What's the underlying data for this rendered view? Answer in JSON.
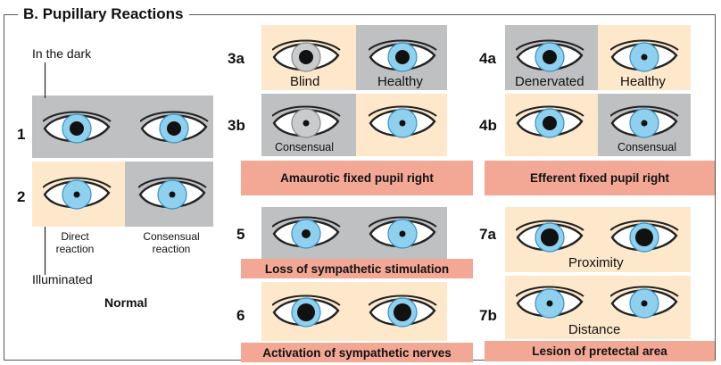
{
  "title": "B.  Pupillary Reactions",
  "labels": {
    "in_the_dark": "In the dark",
    "illuminated": "Illuminated",
    "normal": "Normal",
    "direct_reaction": "Direct reaction",
    "consensual_reaction": "Consensual reaction",
    "blind": "Blind",
    "healthy_3a": "Healthy",
    "consensual_3b": "Consensual",
    "denervated": "Denervated",
    "healthy_4a": "Healthy",
    "consensual_4b": "Consensual",
    "proximity": "Proximity",
    "distance": "Distance"
  },
  "numbers": {
    "n1": "1",
    "n2": "2",
    "n3a": "3a",
    "n3b": "3b",
    "n4a": "4a",
    "n4b": "4b",
    "n5": "5",
    "n6": "6",
    "n7a": "7a",
    "n7b": "7b"
  },
  "banners": {
    "amaurotic": "Amaurotic fixed pupil right",
    "efferent": "Efferent fixed pupil right",
    "sympathetic_loss": "Loss of sympathetic stimulation",
    "sympathetic_activation": "Activation of sympathetic nerves",
    "pretectal": "Lesion of pretectal area"
  },
  "colors": {
    "dark_panel": "#bfc0c2",
    "light_panel": "#fde8cc",
    "banner": "#f3a795",
    "iris": "#8fd0ef",
    "iris_gray": "#c9cbcd"
  }
}
